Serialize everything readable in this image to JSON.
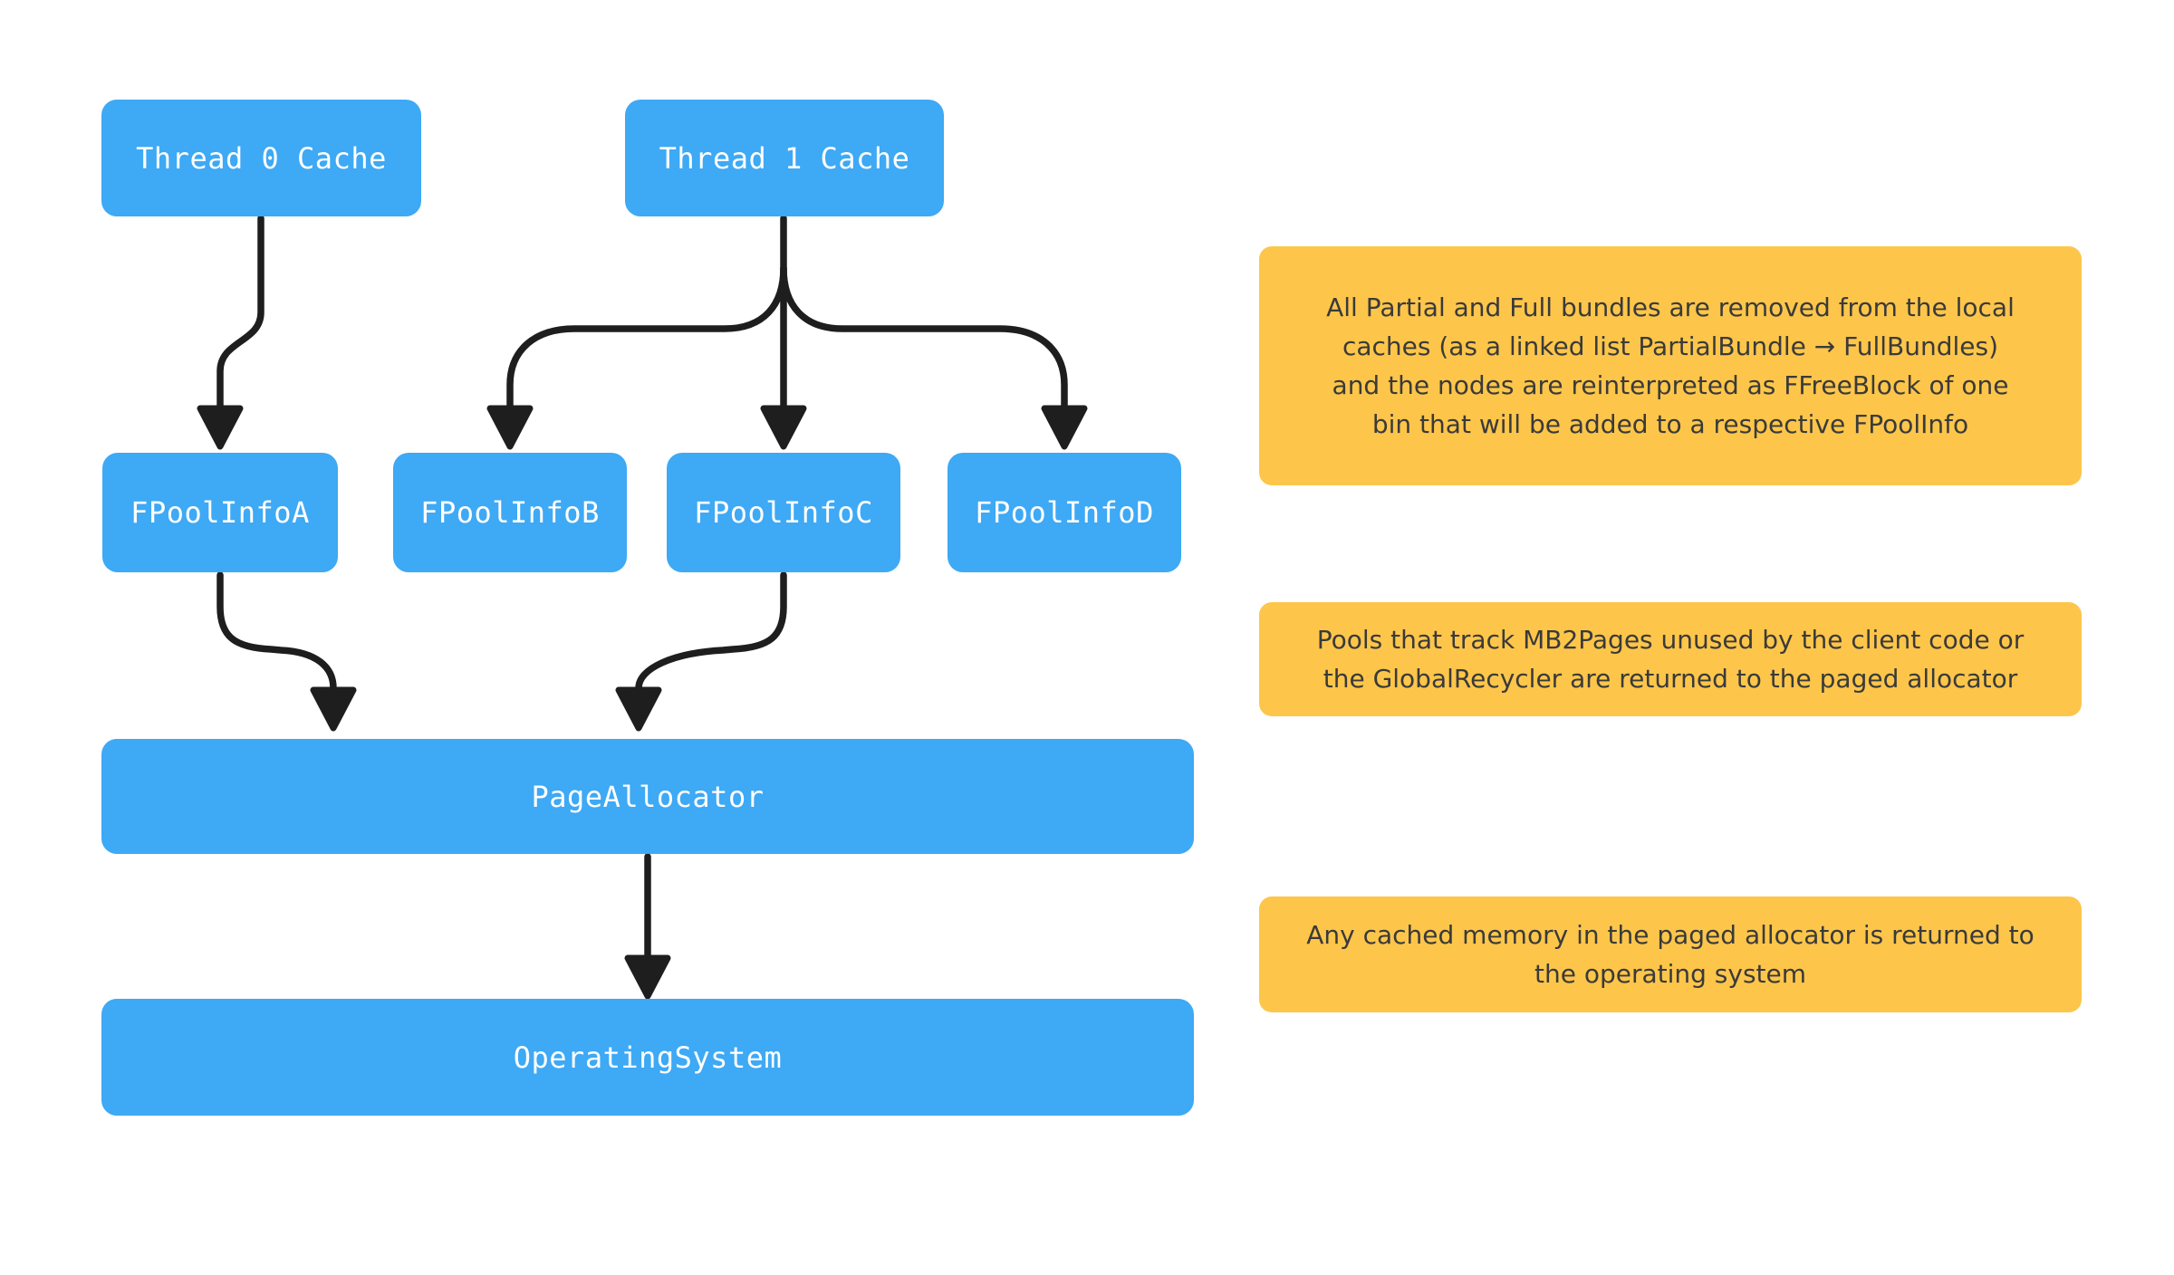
{
  "diagram": {
    "nodes": [
      {
        "id": "thread-0-cache",
        "label": "Thread 0 Cache"
      },
      {
        "id": "thread-1-cache",
        "label": "Thread 1 Cache"
      },
      {
        "id": "fpoolinfo-a",
        "label": "FPoolInfoA"
      },
      {
        "id": "fpoolinfo-b",
        "label": "FPoolInfoB"
      },
      {
        "id": "fpoolinfo-c",
        "label": "FPoolInfoC"
      },
      {
        "id": "fpoolinfo-d",
        "label": "FPoolInfoD"
      },
      {
        "id": "page-allocator",
        "label": "PageAllocator"
      },
      {
        "id": "operating-system",
        "label": "OperatingSystem"
      }
    ],
    "edges": [
      {
        "from": "thread-0-cache",
        "to": "fpoolinfo-a"
      },
      {
        "from": "thread-1-cache",
        "to": "fpoolinfo-b"
      },
      {
        "from": "thread-1-cache",
        "to": "fpoolinfo-c"
      },
      {
        "from": "thread-1-cache",
        "to": "fpoolinfo-d"
      },
      {
        "from": "fpoolinfo-a",
        "to": "page-allocator"
      },
      {
        "from": "fpoolinfo-c",
        "to": "page-allocator"
      },
      {
        "from": "page-allocator",
        "to": "operating-system"
      }
    ],
    "notes": [
      {
        "id": "note-bundles",
        "text": "All Partial and Full bundles are removed from the local\ncaches (as a linked list  PartialBundle → FullBundles)\nand the nodes are reinterpreted as FFreeBlock of one\nbin that will be added to a respective FPoolInfo"
      },
      {
        "id": "note-pools",
        "text": "Pools that track MB2Pages unused by the client code or\nthe GlobalRecycler are returned to the paged allocator"
      },
      {
        "id": "note-os",
        "text": "Any cached memory in the paged allocator is returned to\nthe operating system"
      }
    ],
    "colors": {
      "node_fill": "#3EA9F5",
      "node_text": "#FFFFFF",
      "note_fill": "#FDC64A",
      "note_text": "#3A3A3A",
      "arrow": "#1E1E1E",
      "background": "#FFFFFF"
    }
  }
}
